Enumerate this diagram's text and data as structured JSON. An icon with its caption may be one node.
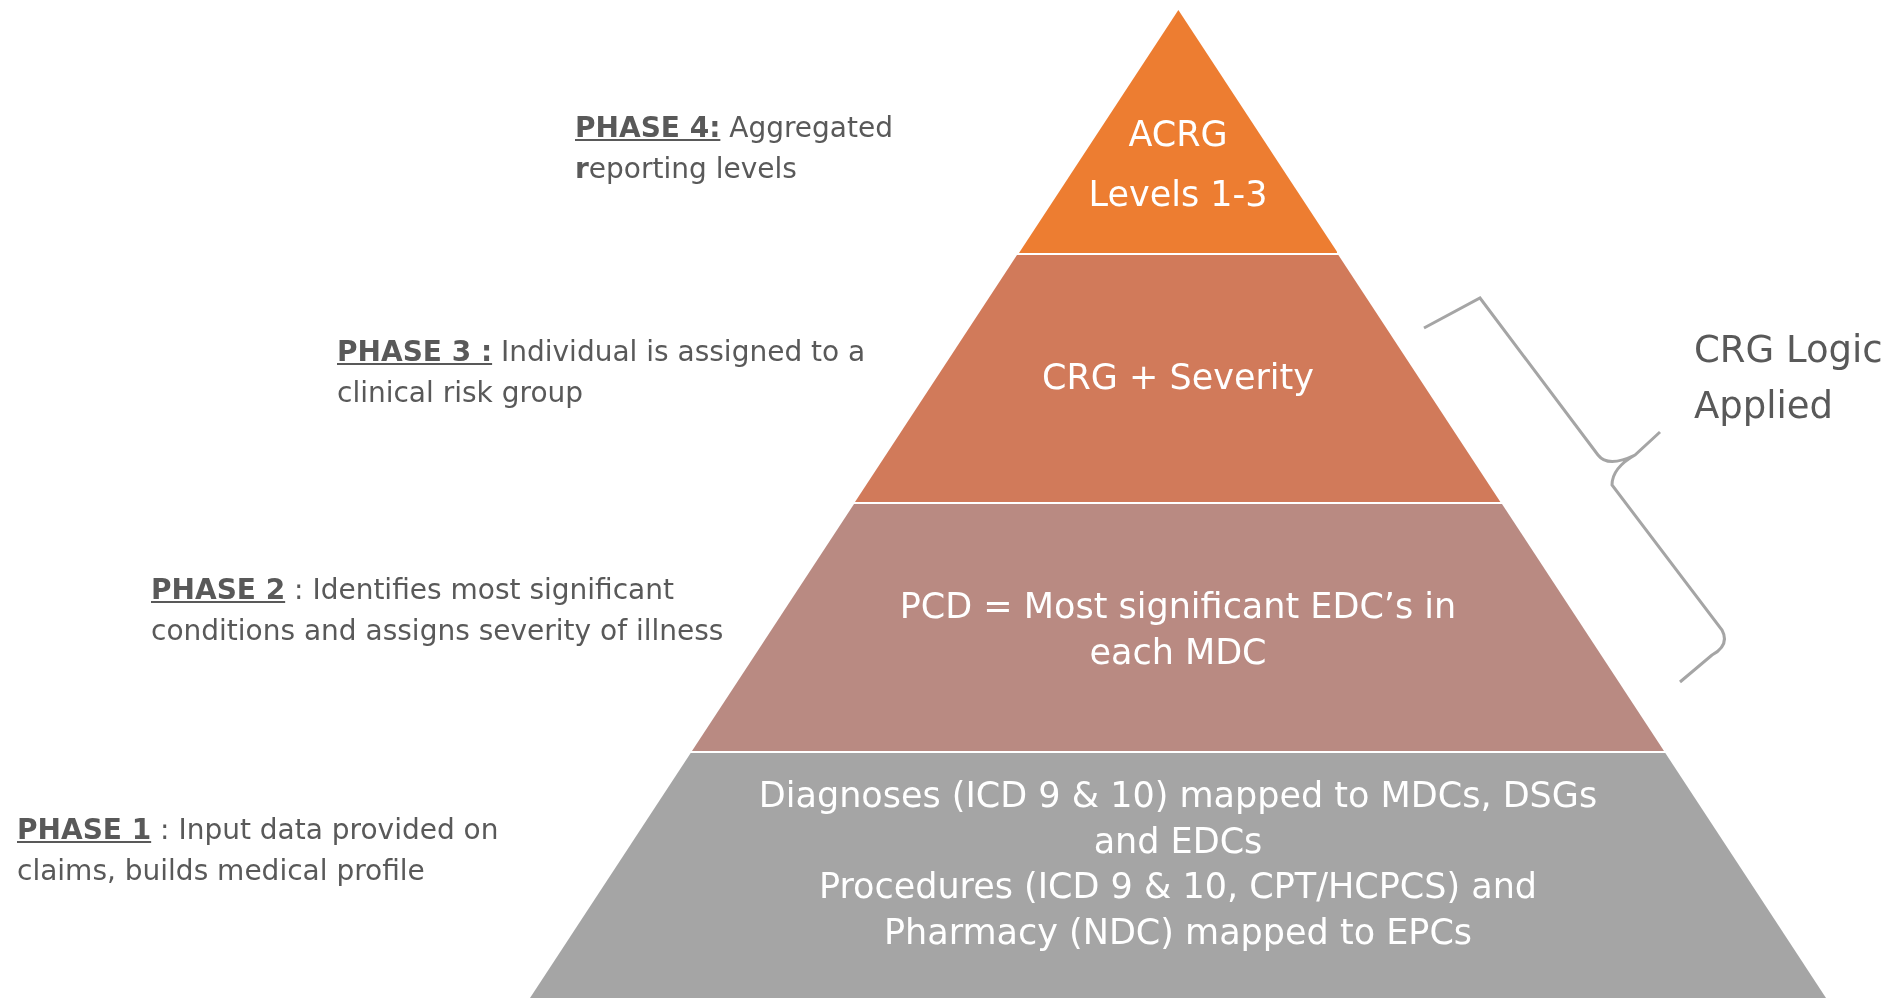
{
  "diagram": {
    "nodes": [
      {
        "text": [
          "ACRG Levels 1-3"
        ]
      },
      {
        "text": [
          "CRG + Severity"
        ]
      },
      {
        "text": [
          "PCD = Most significant EDC’s in each MDC"
        ]
      },
      {
        "text": [
          "Diagnoses (ICD 9 & 10) mapped to MDCs, DSGs and EDCs",
          "Procedures (ICD 9 & 10, CPT/HCPCS) and Pharmacy (NDC) mapped to EPCs"
        ]
      }
    ],
    "labels": [
      "**PHASE 4:** Aggregated **r**eporting levels",
      "**PHASE 3 :** Individual is assigned to a clinical risk group",
      "CRG Logic Applied",
      "**PHASE 2** : Identifies most significant conditions and assigns severity of illness",
      "**PHASE 1** : Input data provided on claims, builds medical profile"
    ]
  }
}
